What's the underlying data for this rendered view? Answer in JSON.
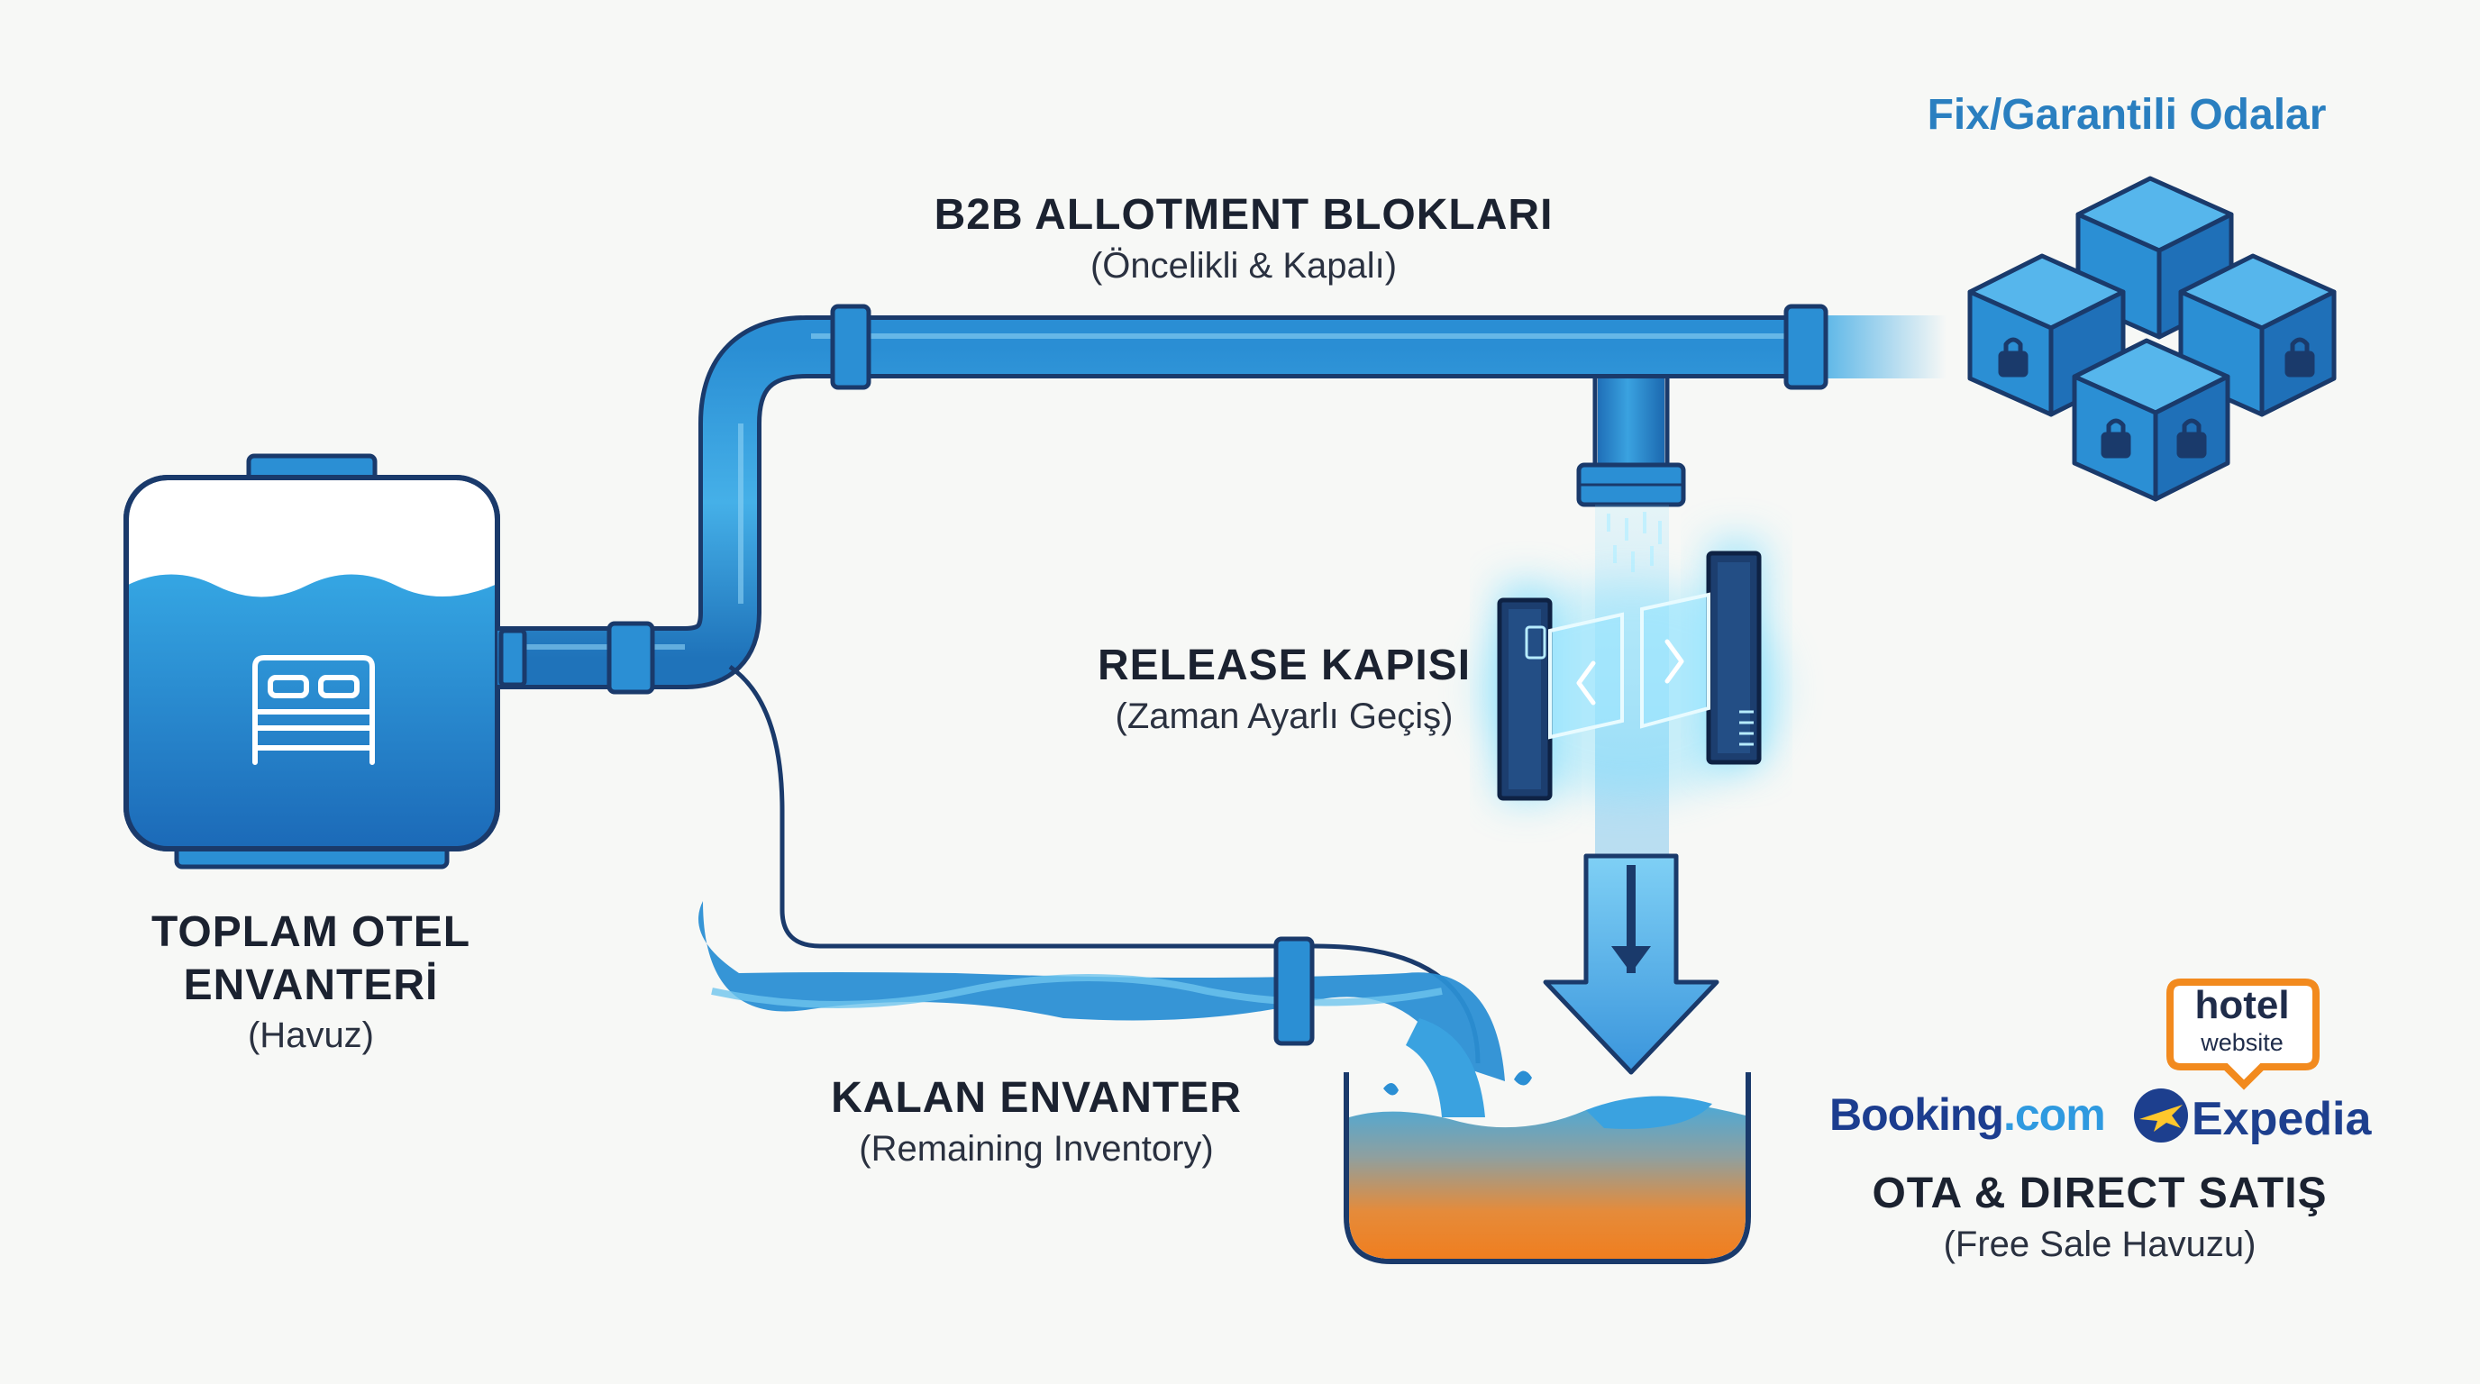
{
  "labels": {
    "pool_title_1": "TOPLAM OTEL",
    "pool_title_2": "ENVANTERİ",
    "pool_sub": "(Havuz)",
    "b2b_title": "B2B ALLOTMENT BLOKLARI",
    "b2b_sub": "(Öncelikli & Kapalı)",
    "fix_title": "Fix/Garantili Odalar",
    "release_title": "RELEASE KAPISI",
    "release_sub": "(Zaman Ayarlı Geçiş)",
    "remaining_title": "KALAN ENVANTER",
    "remaining_sub": "(Remaining Inventory)",
    "ota_title": "OTA & DIRECT SATIŞ",
    "ota_sub": "(Free Sale Havuzu)"
  },
  "logos": {
    "booking_main": "Booking",
    "booking_suffix": ".com",
    "expedia": "Expedia",
    "hotel_line1": "hotel",
    "hotel_line2": "website"
  },
  "icons": {
    "tank": "bed-icon",
    "boxes": "lock-icon",
    "gate_left": "chevron-left-icon",
    "gate_right": "chevron-right-icon",
    "flow": "arrow-down-icon"
  },
  "colors": {
    "pipe_blue": "#2b8fd4",
    "outline": "#1a3a6b",
    "glow_cyan": "#5fd6ff",
    "basin_orange": "#f08a2c",
    "brand_blue": "#2a7fc0",
    "background": "#f7f8f6"
  }
}
